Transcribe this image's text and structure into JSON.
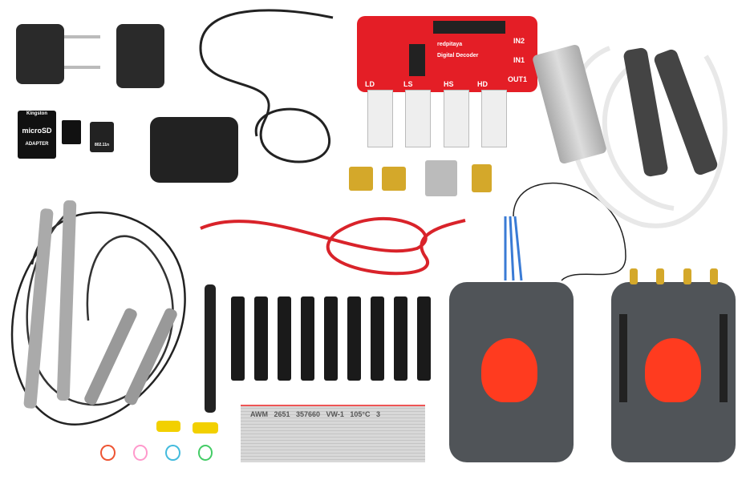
{
  "sd_card": {
    "brand": "Kingston",
    "type": "microSD",
    "label": "ADAPTER"
  },
  "usb_dongle": {
    "label": "802.11n"
  },
  "board": {
    "connectors": [
      "LD",
      "LS",
      "HS",
      "HD"
    ],
    "sma": [
      "IN2",
      "IN1",
      "OUT1"
    ],
    "brand": "redpitaya",
    "title": "Digital Decoder"
  },
  "ribbon_cable": {
    "print": "AWM   2651   357660   VW-1   105°C   3"
  },
  "colors": {
    "board": "#e41e26",
    "device": "#505458",
    "logo": "#ff3b1f",
    "cable_red": "#d9232a"
  }
}
